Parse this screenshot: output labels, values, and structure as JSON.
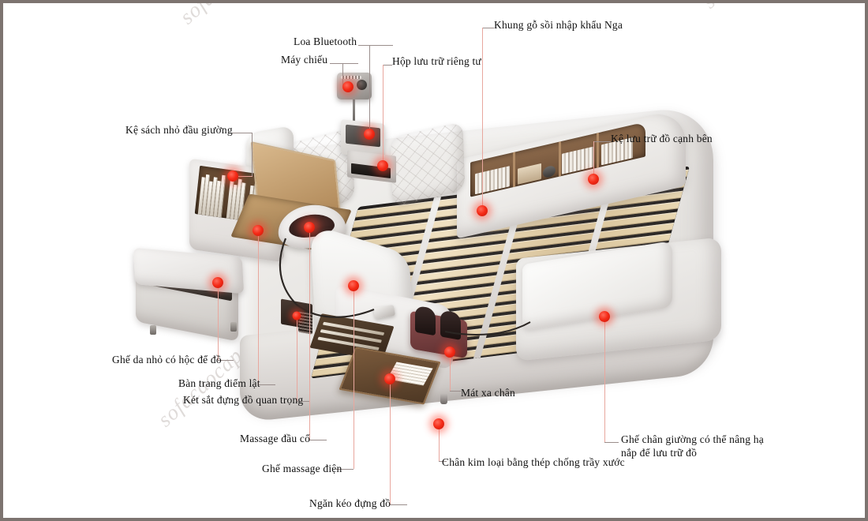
{
  "image": {
    "type": "annotated-product-photo",
    "subject": "Giường đa năng massage (multifunction massage bed)",
    "border_color": "#7d7470",
    "background_color": "#ffffff",
    "hotspot_color": "#f42a16",
    "leader_line_color": "#9a8e8c",
    "label_text_color": "#111111"
  },
  "watermark": {
    "text": "sofacaocap.com",
    "color": "#cfc9c6",
    "rotation_deg": -42,
    "instances": 4
  },
  "annotations": [
    {
      "id": "ke-sach-nho-dau-giuong",
      "label": "Kệ sách nhỏ đầu giường",
      "align": "right"
    },
    {
      "id": "may-chieu",
      "label": "Máy chiếu",
      "align": "right"
    },
    {
      "id": "loa-bluetooth",
      "label": "Loa Bluetooth",
      "align": "right"
    },
    {
      "id": "hop-luu-tru-rieng-tu",
      "label": "Hộp lưu trữ riêng tư",
      "align": "left"
    },
    {
      "id": "khung-go-soi-nga",
      "label": "Khung gỗ sồi nhập khẩu Nga",
      "align": "left"
    },
    {
      "id": "ke-luu-tru-canh-ben",
      "label": "Kệ lưu trữ đồ cạnh bên",
      "align": "left"
    },
    {
      "id": "ghe-da-nho-co-hoc",
      "label": "Ghế da nhỏ có hộc để đồ",
      "align": "right"
    },
    {
      "id": "ban-trang-diem-lat",
      "label": "Bàn trang điểm lật",
      "align": "right"
    },
    {
      "id": "ket-sat-dung-do",
      "label": "Két sắt đựng đồ quan trọng",
      "align": "right"
    },
    {
      "id": "massage-dau-co",
      "label": "Massage đầu cổ",
      "align": "right"
    },
    {
      "id": "ghe-massage-dien",
      "label": "Ghế massage điện",
      "align": "right"
    },
    {
      "id": "ngan-keo-dung-do",
      "label": "Ngăn kéo đựng đồ",
      "align": "right"
    },
    {
      "id": "mat-xa-chan",
      "label": "Mát xa chân",
      "align": "left"
    },
    {
      "id": "chan-kim-loai",
      "label": "Chân kim loại bằng thép chống trầy xước",
      "align": "left"
    },
    {
      "id": "ghe-chan-giuong",
      "label": "Ghế chân giường có thể nâng hạ nắp để lưu trữ đồ",
      "align": "left"
    }
  ]
}
